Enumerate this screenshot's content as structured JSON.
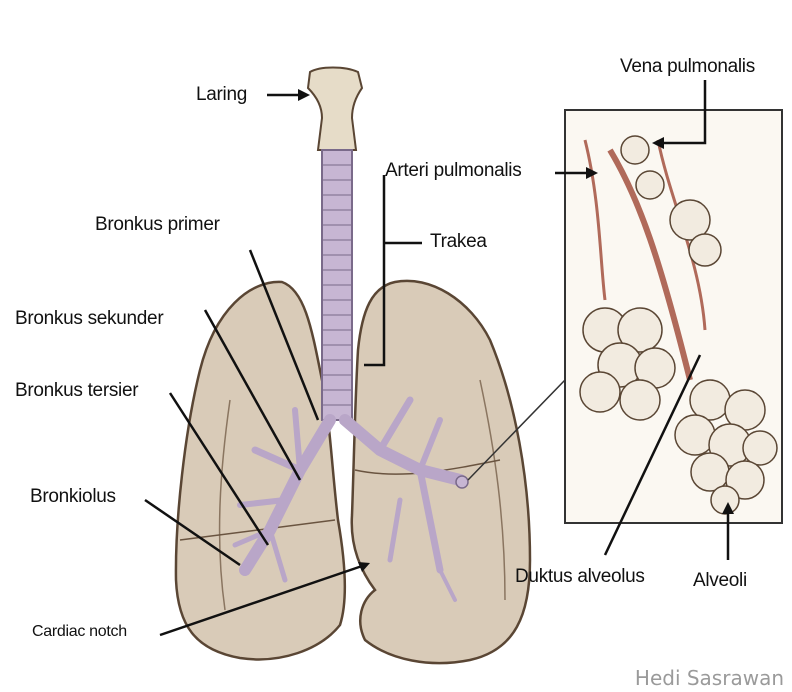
{
  "labels": {
    "laring": "Laring",
    "vena_pulmonalis": "Vena pulmonalis",
    "arteri_pulmonalis": "Arteri pulmonalis",
    "trakea": "Trakea",
    "bronkus_primer": "Bronkus primer",
    "bronkus_sekunder": "Bronkus sekunder",
    "bronkus_tersier": "Bronkus tersier",
    "bronkiolus": "Bronkiolus",
    "duktus_alveolus": "Duktus alveolus",
    "alveoli": "Alveoli",
    "cardiac_notch": "Cardiac notch"
  },
  "watermark": "Hedi Sasrawan",
  "colors": {
    "lung_fill": "#d9cbb8",
    "lung_stroke": "#5a4634",
    "airway_fill": "#c7b6d3",
    "airway_stroke": "#7a6a8a",
    "vessel": "#b06a5a",
    "alveoli_fill": "#f2ebe0",
    "label_text": "#111111",
    "watermark": "#9a9a9a"
  }
}
